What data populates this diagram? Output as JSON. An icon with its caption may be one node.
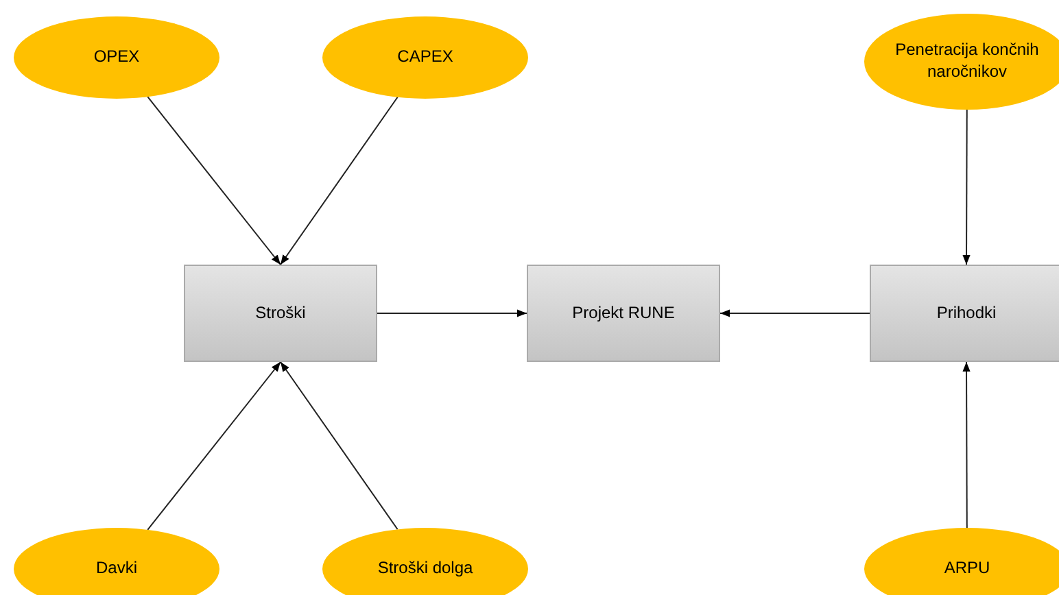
{
  "diagram": {
    "nodes": [
      {
        "text": [
          "OPEX"
        ]
      },
      {
        "text": [
          "CAPEX"
        ]
      },
      {
        "text": [
          "Penetracija končnih naročnikov"
        ]
      },
      {
        "text": [
          "Stroški"
        ]
      },
      {
        "text": [
          "Projekt RUNE"
        ]
      },
      {
        "text": [
          "Prihodki"
        ]
      },
      {
        "text": [
          "Davki"
        ]
      },
      {
        "text": [
          "Stroški dolga"
        ]
      },
      {
        "text": [
          "ARPU"
        ]
      }
    ],
    "edges": [
      {
        "from": 0,
        "to": 3,
        "arrow": "to"
      },
      {
        "from": 1,
        "to": 3,
        "arrow": "to"
      },
      {
        "from": 6,
        "to": 3,
        "arrow": "to"
      },
      {
        "from": 7,
        "to": 3,
        "arrow": "to"
      },
      {
        "from": 3,
        "to": 4,
        "arrow": "to"
      },
      {
        "from": 5,
        "to": 4,
        "arrow": "to"
      },
      {
        "from": 2,
        "to": 5,
        "arrow": "to"
      },
      {
        "from": 8,
        "to": 5,
        "arrow": "to"
      }
    ]
  }
}
